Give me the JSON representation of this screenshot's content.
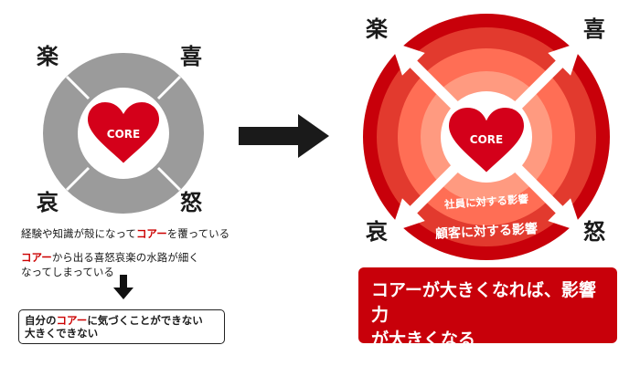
{
  "left_diagram": {
    "center_label": "CORE",
    "corners": {
      "top_left": "楽",
      "top_right": "喜",
      "bottom_left": "哀",
      "bottom_right": "怒"
    },
    "caption1": {
      "pre": "経験や知識が殻になって",
      "red": "コアー",
      "post": "を覆っている"
    },
    "caption2": {
      "red": "コアー",
      "line1_post": "から出る喜怒哀楽の水路が細く",
      "line2": "なってしまっている"
    },
    "box": {
      "pre": "自分の",
      "red": "コアー",
      "post": "に気づくことができない",
      "line2": "大きくできない"
    }
  },
  "right_diagram": {
    "center_label": "CORE",
    "corners": {
      "top_left": "楽",
      "top_right": "喜",
      "bottom_left": "哀",
      "bottom_right": "怒"
    },
    "ring_label_inner": "社員に対する影響",
    "ring_label_outer": "顧客に対する影響",
    "callout": {
      "line1": "コアーが大きくなれば、影響力",
      "line2": "が大きくなる"
    }
  },
  "colors": {
    "gray": "#9b9b9b",
    "red_dark": "#c8000a",
    "red_mid": "#e23a2e",
    "red_light": "#ff6e55",
    "salmon": "#ff9a80",
    "heart": "#d4001a"
  }
}
